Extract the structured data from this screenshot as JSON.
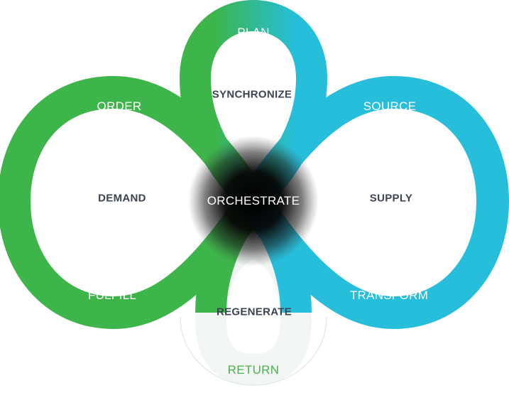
{
  "diagram": {
    "labels": {
      "plan": "PLAN",
      "synchronize": "SYNCHRONIZE",
      "order": "ORDER",
      "source": "SOURCE",
      "demand": "DEMAND",
      "orchestrate": "ORCHESTRATE",
      "supply": "SUPPLY",
      "fulfill": "FULFILL",
      "transform": "TRANSFORM",
      "regenerate": "REGENERATE",
      "return": "RETURN"
    },
    "colors": {
      "green": "#3db54a",
      "blue": "#26bedb",
      "center": "#000000",
      "return_text": "#4caf50",
      "inner_text": "#3b4450"
    }
  }
}
